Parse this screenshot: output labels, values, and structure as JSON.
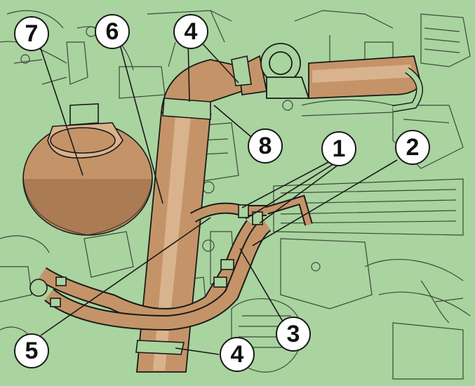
{
  "colors": {
    "background": "#a9d39f",
    "line": "#1a1a1a",
    "hose": "#c49468",
    "hose_highlight": "#d9b38d",
    "hose_shadow": "#9c6c47",
    "callout_fill": "#ffffff"
  },
  "callouts": [
    {
      "id": "c7",
      "label": "7",
      "part": "reservoir"
    },
    {
      "id": "c6",
      "label": "6",
      "part": "intake-pipe"
    },
    {
      "id": "c4a",
      "label": "4",
      "part": "hose-clamp"
    },
    {
      "id": "c8",
      "label": "8",
      "part": "intake-elbow"
    },
    {
      "id": "c1",
      "label": "1",
      "part": "clamps"
    },
    {
      "id": "c2",
      "label": "2",
      "part": "hose"
    },
    {
      "id": "c3",
      "label": "3",
      "part": "hose"
    },
    {
      "id": "c5",
      "label": "5",
      "part": "hose"
    },
    {
      "id": "c4b",
      "label": "4",
      "part": "hose-clamp"
    }
  ]
}
